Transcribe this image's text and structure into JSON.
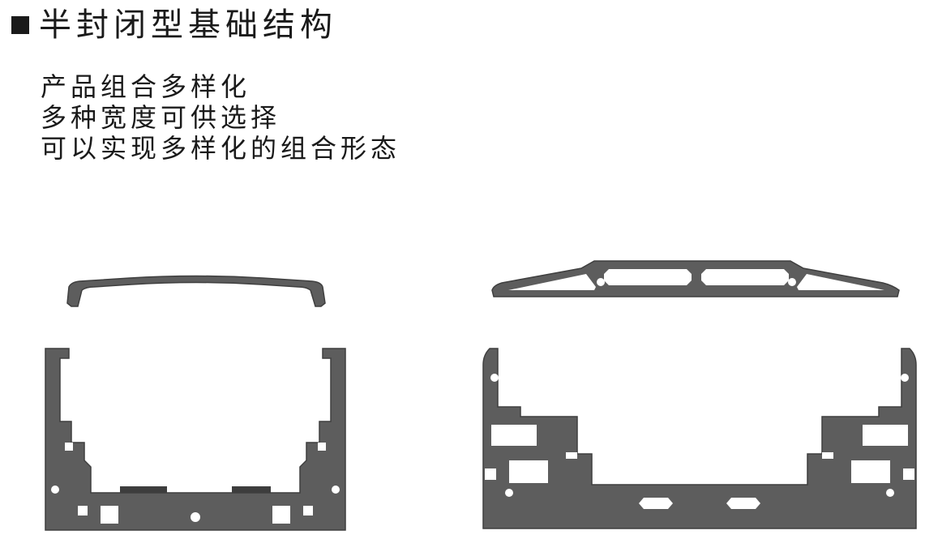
{
  "title": "半封闭型基础结构",
  "description": [
    "产品组合多样化",
    "多种宽度可供选择",
    "可以实现多样化的组合形态"
  ],
  "colors": {
    "profile": "#5d5d5d",
    "text": "#1a1a1a",
    "background": "#ffffff"
  },
  "icons": {
    "bullet": "square-bullet-icon"
  }
}
